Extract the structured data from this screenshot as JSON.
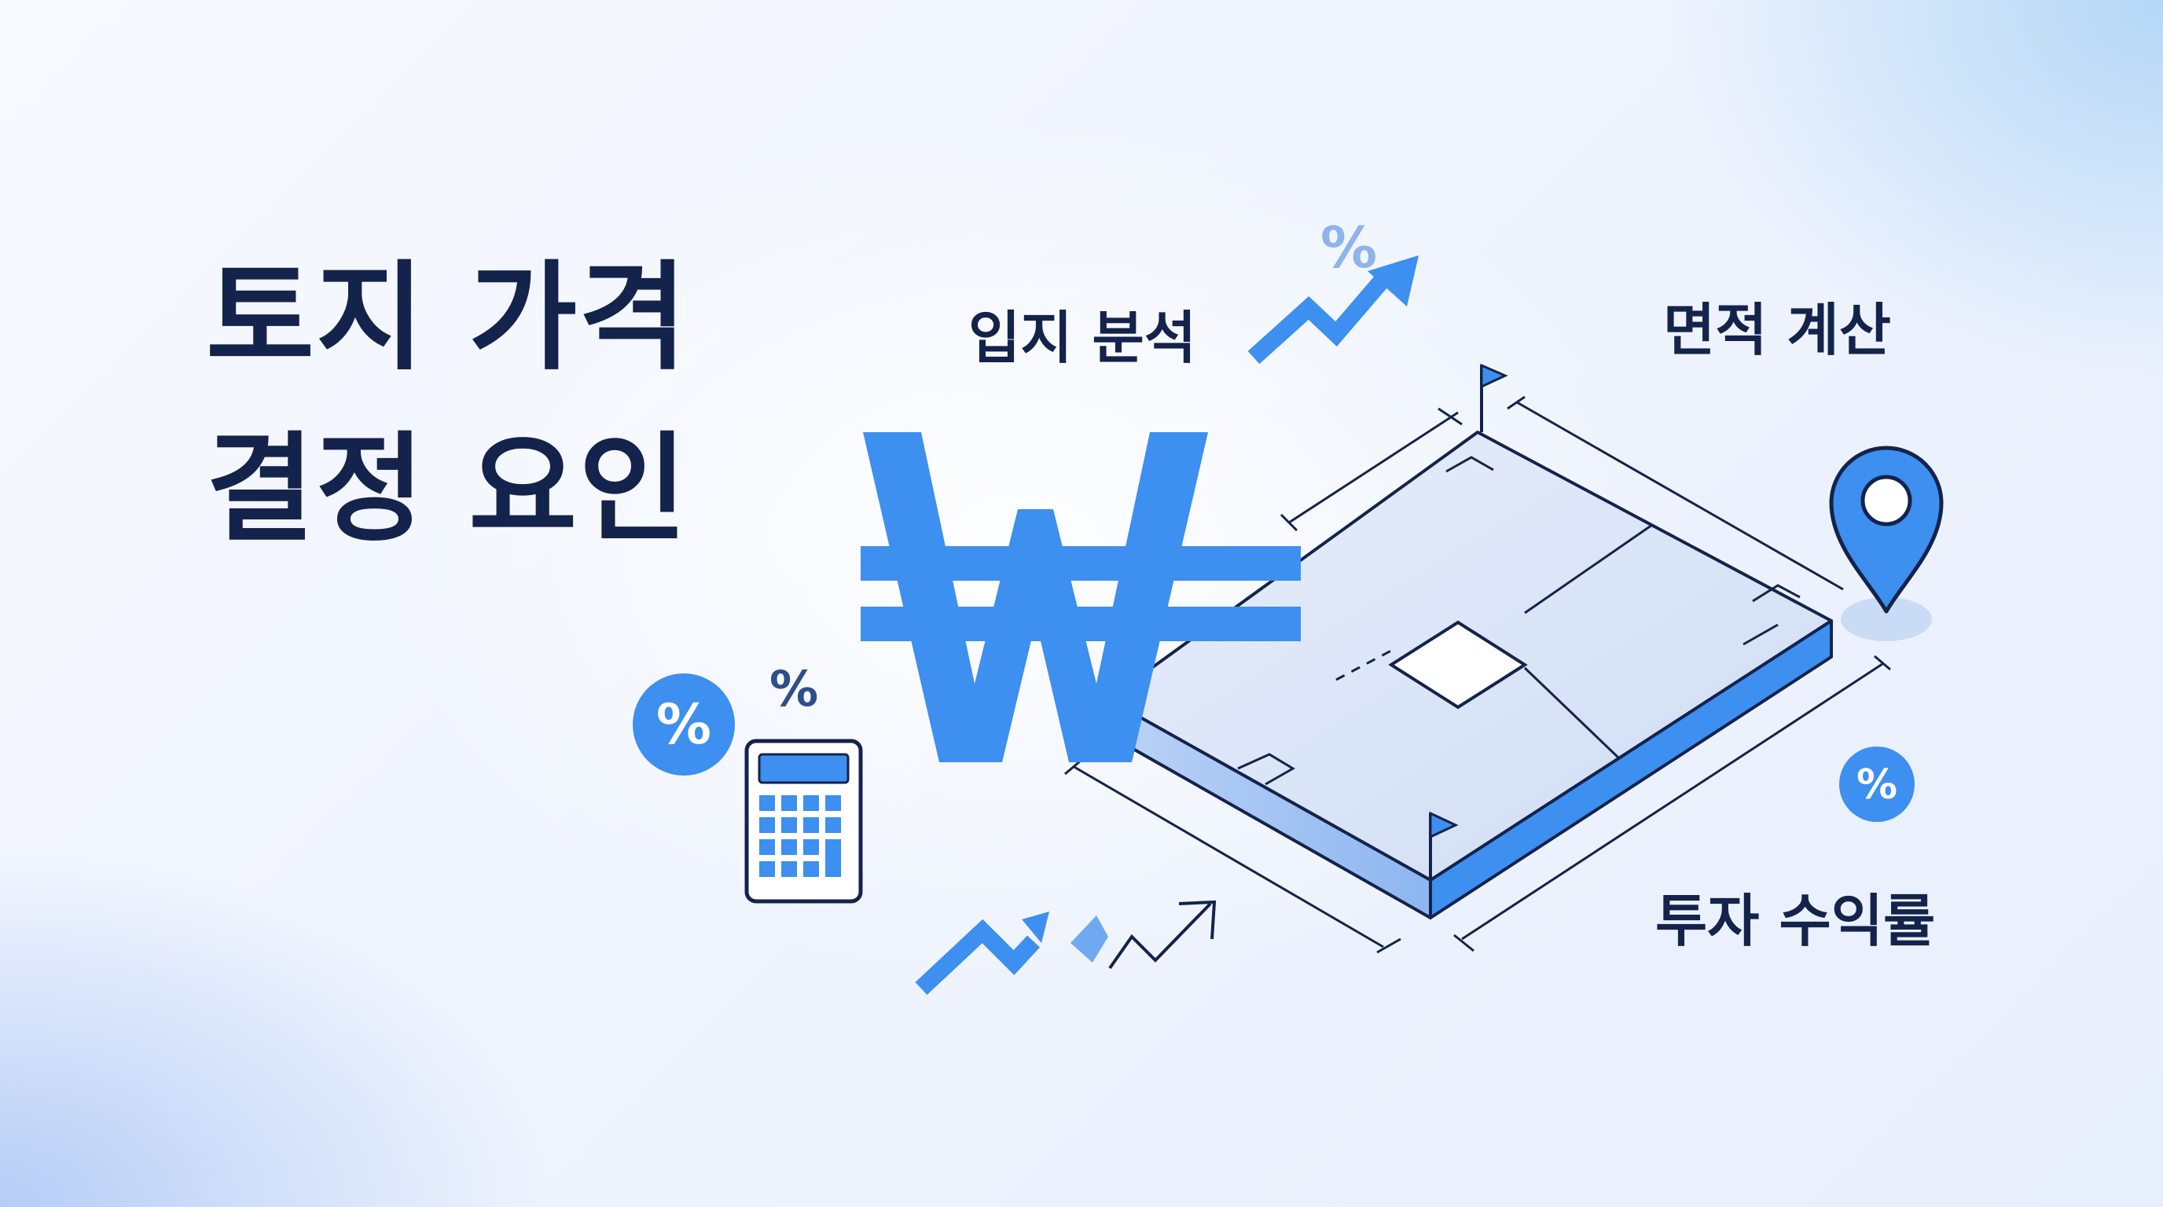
{
  "title": {
    "line1": "토지 가격",
    "line2": "결정 요인"
  },
  "labels": {
    "location_analysis": "입지 분석",
    "area_calculation": "면적 계산",
    "investment_return": "투자 수익률"
  },
  "symbols": {
    "currency": "₩",
    "percent": "%"
  },
  "icons": [
    "won-currency-icon",
    "calculator-icon",
    "map-pin-icon",
    "percent-badge-icon",
    "trend-arrow-icon",
    "flag-icon",
    "land-plot-icon"
  ],
  "colors": {
    "accent_blue": "#3d8ff0",
    "navy": "#13234b",
    "light_blue": "#a9c8f5",
    "background": "#f3f6fd"
  }
}
